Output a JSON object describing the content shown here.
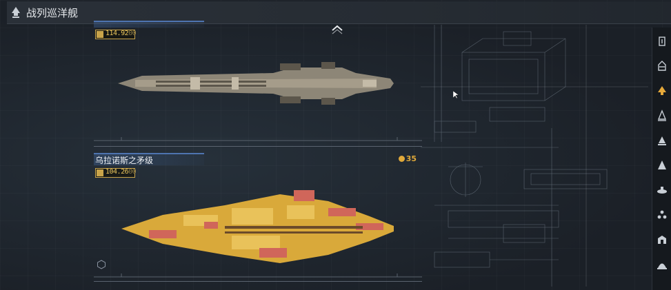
{
  "header": {
    "title": "战列巡洋舰",
    "icon": "ship-class-icon"
  },
  "ships": [
    {
      "name": "",
      "power": "114.92",
      "power_suffix": "00",
      "cost": "",
      "color": "#b8ae9c"
    },
    {
      "name": "乌拉诺斯之矛级",
      "power": "104.26",
      "power_suffix": "00",
      "cost": "35",
      "color": "#e7b53a"
    }
  ],
  "sidebar": {
    "items": [
      {
        "icon": "corvette-icon",
        "active": false
      },
      {
        "icon": "frigate-icon",
        "active": false
      },
      {
        "icon": "battlecruiser-icon",
        "active": true
      },
      {
        "icon": "destroyer-icon",
        "active": false
      },
      {
        "icon": "cruiser-icon",
        "active": false
      },
      {
        "icon": "battleship-icon",
        "active": false
      },
      {
        "icon": "carrier-icon",
        "active": false
      },
      {
        "icon": "aux-ship-icon",
        "active": false
      },
      {
        "icon": "station-icon",
        "active": false
      },
      {
        "icon": "flagship-icon",
        "active": false
      }
    ]
  },
  "colors": {
    "accent": "#e0a93a",
    "highlight": "#4e74b0",
    "active_icon": "#e6a93a"
  }
}
